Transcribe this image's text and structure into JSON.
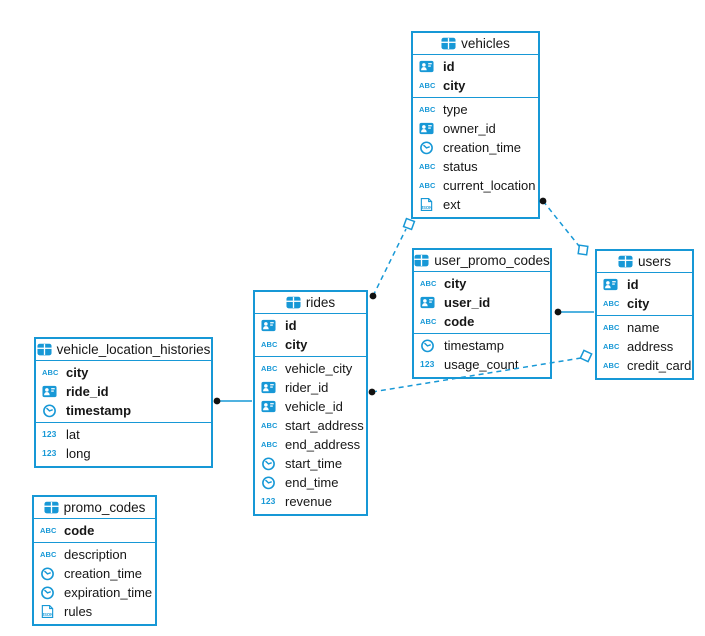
{
  "diagram": {
    "background_color": "#ffffff",
    "accent_color": "#1798d6",
    "text_color": "#161616",
    "connector_dot_color": "#111111",
    "icon_labels": {
      "string": "ABC",
      "int": "123",
      "json": "JSON"
    },
    "field_type_icons": {
      "string": "abc-icon",
      "id": "id-card-icon",
      "time": "clock-icon",
      "int": "number-123-icon",
      "json": "json-icon"
    },
    "tables": [
      {
        "name": "vehicles",
        "fields": [
          {
            "name": "id",
            "type": "id",
            "pk": true
          },
          {
            "name": "city",
            "type": "string",
            "pk": true
          },
          {
            "name": "type",
            "type": "string",
            "pk": false
          },
          {
            "name": "owner_id",
            "type": "id",
            "pk": false
          },
          {
            "name": "creation_time",
            "type": "time",
            "pk": false
          },
          {
            "name": "status",
            "type": "string",
            "pk": false
          },
          {
            "name": "current_location",
            "type": "string",
            "pk": false
          },
          {
            "name": "ext",
            "type": "json",
            "pk": false
          }
        ]
      },
      {
        "name": "user_promo_codes",
        "fields": [
          {
            "name": "city",
            "type": "string",
            "pk": true
          },
          {
            "name": "user_id",
            "type": "id",
            "pk": true
          },
          {
            "name": "code",
            "type": "string",
            "pk": true
          },
          {
            "name": "timestamp",
            "type": "time",
            "pk": false
          },
          {
            "name": "usage_count",
            "type": "int",
            "pk": false
          }
        ]
      },
      {
        "name": "users",
        "fields": [
          {
            "name": "id",
            "type": "id",
            "pk": true
          },
          {
            "name": "city",
            "type": "string",
            "pk": true
          },
          {
            "name": "name",
            "type": "string",
            "pk": false
          },
          {
            "name": "address",
            "type": "string",
            "pk": false
          },
          {
            "name": "credit_card",
            "type": "string",
            "pk": false
          }
        ]
      },
      {
        "name": "rides",
        "fields": [
          {
            "name": "id",
            "type": "id",
            "pk": true
          },
          {
            "name": "city",
            "type": "string",
            "pk": true
          },
          {
            "name": "vehicle_city",
            "type": "string",
            "pk": false
          },
          {
            "name": "rider_id",
            "type": "id",
            "pk": false
          },
          {
            "name": "vehicle_id",
            "type": "id",
            "pk": false
          },
          {
            "name": "start_address",
            "type": "string",
            "pk": false
          },
          {
            "name": "end_address",
            "type": "string",
            "pk": false
          },
          {
            "name": "start_time",
            "type": "time",
            "pk": false
          },
          {
            "name": "end_time",
            "type": "time",
            "pk": false
          },
          {
            "name": "revenue",
            "type": "int",
            "pk": false
          }
        ]
      },
      {
        "name": "vehicle_location_histories",
        "fields": [
          {
            "name": "city",
            "type": "string",
            "pk": true
          },
          {
            "name": "ride_id",
            "type": "id",
            "pk": true
          },
          {
            "name": "timestamp",
            "type": "time",
            "pk": true
          },
          {
            "name": "lat",
            "type": "int",
            "pk": false
          },
          {
            "name": "long",
            "type": "int",
            "pk": false
          }
        ]
      },
      {
        "name": "promo_codes",
        "fields": [
          {
            "name": "code",
            "type": "string",
            "pk": true
          },
          {
            "name": "description",
            "type": "string",
            "pk": false
          },
          {
            "name": "creation_time",
            "type": "time",
            "pk": false
          },
          {
            "name": "expiration_time",
            "type": "time",
            "pk": false
          },
          {
            "name": "rules",
            "type": "json",
            "pk": false
          }
        ]
      }
    ],
    "relationships": [
      {
        "id": "vlh-rides",
        "from": "vehicle_location_histories",
        "to": "rides",
        "line": "solid",
        "from_marker": "dot",
        "to_marker": "none"
      },
      {
        "id": "upc-users",
        "from": "user_promo_codes",
        "to": "users",
        "line": "solid",
        "from_marker": "dot",
        "to_marker": "none"
      },
      {
        "id": "rides-vehicles",
        "from": "rides",
        "to": "vehicles",
        "line": "dashed",
        "from_marker": "dot",
        "to_marker": "open-square"
      },
      {
        "id": "vehicles-users",
        "from": "vehicles",
        "to": "users",
        "line": "dashed",
        "from_marker": "dot",
        "to_marker": "open-square"
      },
      {
        "id": "rides-users",
        "from": "rides",
        "to": "users",
        "line": "dashed",
        "from_marker": "dot",
        "to_marker": "open-square"
      }
    ]
  }
}
